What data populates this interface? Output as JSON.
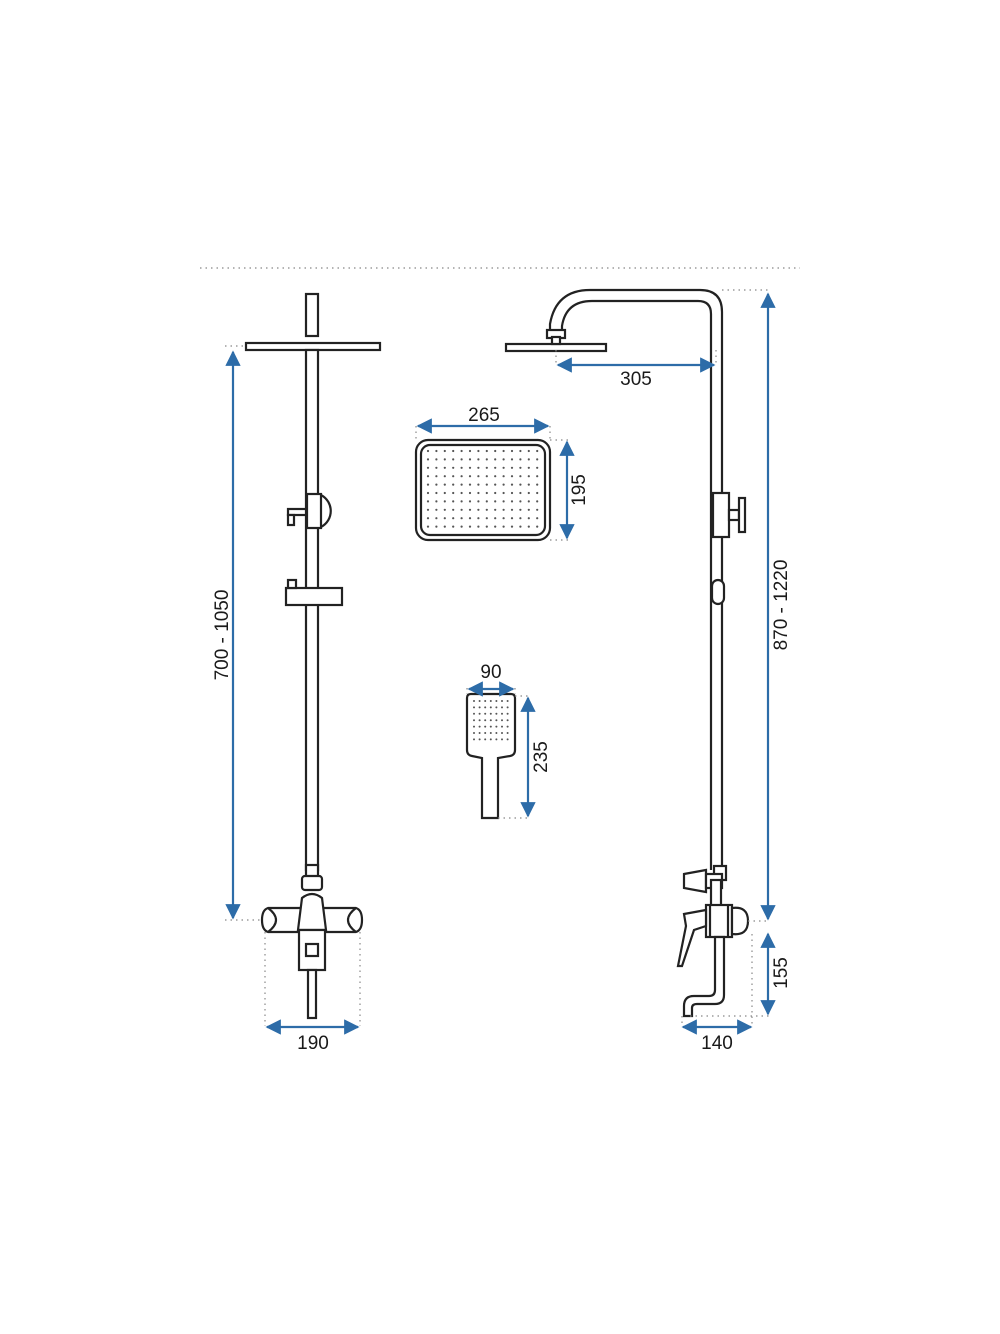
{
  "dimensions": {
    "head_plate_width": "265",
    "head_plate_height": "195",
    "overhead_arm": "305",
    "total_height": "870 - 1220",
    "rail_height": "700 - 1050",
    "mixer_width": "190",
    "spout_depth": "140",
    "spout_height": "155",
    "hand_shower_width": "90",
    "hand_shower_length": "235"
  },
  "colors": {
    "dimension_line": "#2d6ca8",
    "outline": "#222222",
    "guide": "#888888"
  }
}
